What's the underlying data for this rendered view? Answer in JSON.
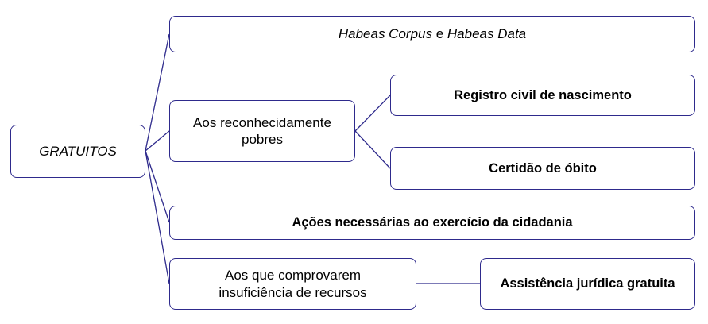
{
  "nodes": {
    "root": {
      "label": "GRATUITOS"
    },
    "habeas": {
      "part1": "Habeas Corpus",
      "conjunction": " e ",
      "part2": "Habeas Data"
    },
    "pobres": {
      "label": "Aos reconhecidamente pobres"
    },
    "registro": {
      "label": "Registro civil de nascimento"
    },
    "certidao": {
      "label": "Certidão de óbito"
    },
    "acoes": {
      "label": "Ações necessárias ao exercício da cidadania"
    },
    "recursos": {
      "label": "Aos que comprovarem insuficiência de recursos"
    },
    "assistencia": {
      "label": "Assistência jurídica gratuita"
    }
  },
  "colors": {
    "connector": "#2e2a8c",
    "border": "#2e2a8c"
  }
}
